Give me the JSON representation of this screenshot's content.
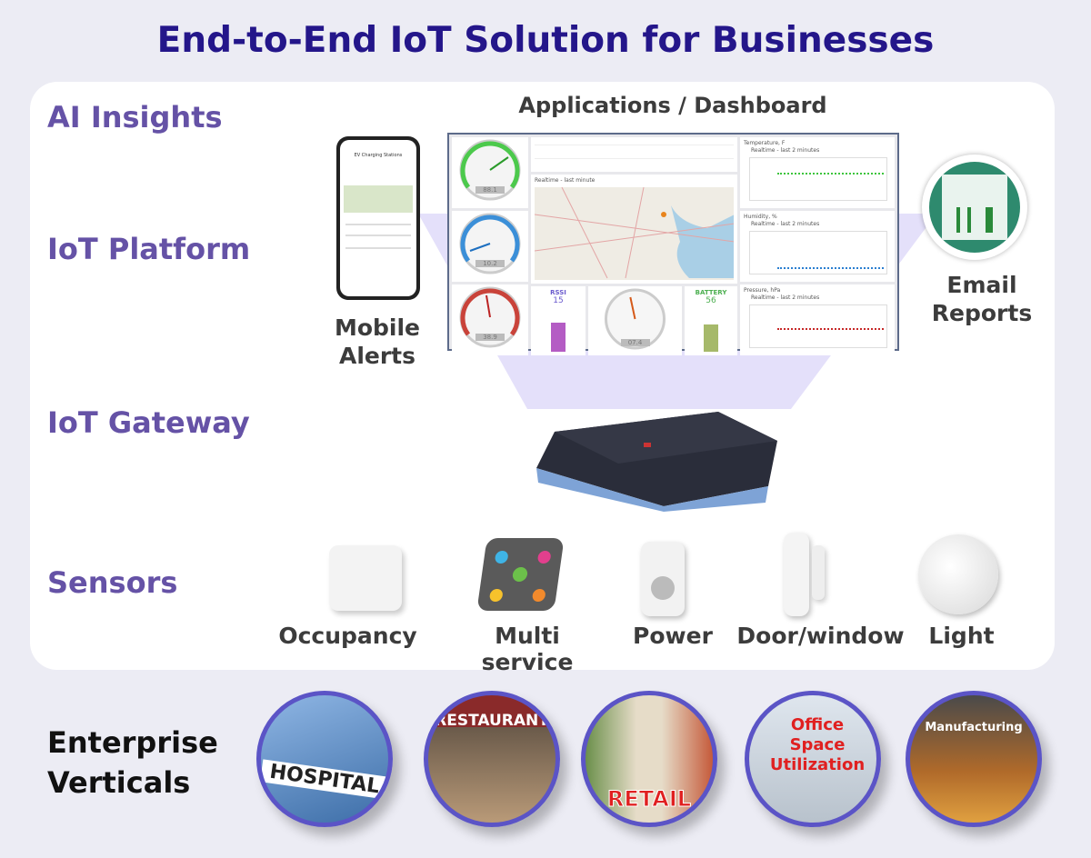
{
  "title": "End-to-End IoT Solution for Businesses",
  "layers": {
    "ai_insights": "AI Insights",
    "iot_platform": "IoT Platform",
    "iot_gateway": "IoT Gateway",
    "sensors": "Sensors"
  },
  "applications": {
    "heading": "Applications / Dashboard",
    "mobile_caption": [
      "Mobile",
      "Alerts"
    ],
    "email_caption": [
      "Email",
      "Reports"
    ],
    "phone_screen_title": "EV Charging Stations",
    "dashboard": {
      "temperature_gauge": "88.1",
      "humidity_gauge": "10.2",
      "pressure_gauge": "38.9",
      "speed_gauge": "07.4",
      "rssi_label": "RSSI",
      "rssi_value": "15",
      "battery_label": "BATTERY",
      "battery_value": "56",
      "map_title": "Realtime - last minute",
      "chart_titles": [
        "Temperature, F",
        "Humidity, %",
        "Pressure, hPa"
      ],
      "chart_subtitle": "Realtime - last 2 minutes"
    }
  },
  "sensors": [
    "Occupancy",
    "Multi service",
    "Power",
    "Door/window",
    "Light"
  ],
  "enterprise": {
    "label": [
      "Enterprise",
      "Verticals"
    ],
    "verticals": [
      "HOSPITAL",
      "RESTAURANT",
      "RETAIL",
      "Office Space Utilization",
      "Manufacturing"
    ]
  },
  "colors": {
    "title": "#24168a",
    "layer": "#6552a6",
    "panel": "#ffffff",
    "background": "#ececf4",
    "funnel": "#e4e0fa"
  }
}
